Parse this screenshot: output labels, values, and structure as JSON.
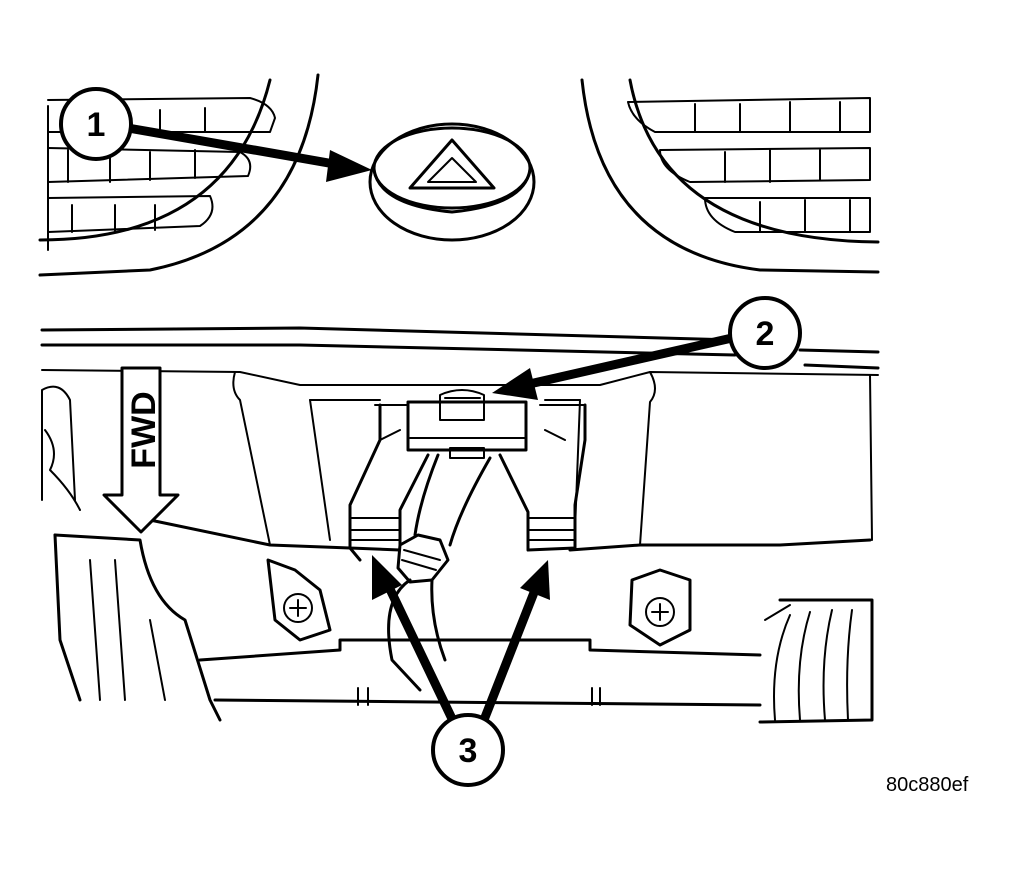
{
  "callouts": {
    "c1": "1",
    "c2": "2",
    "c3": "3"
  },
  "direction_label": "FWD",
  "figure_id": "80c880ef"
}
